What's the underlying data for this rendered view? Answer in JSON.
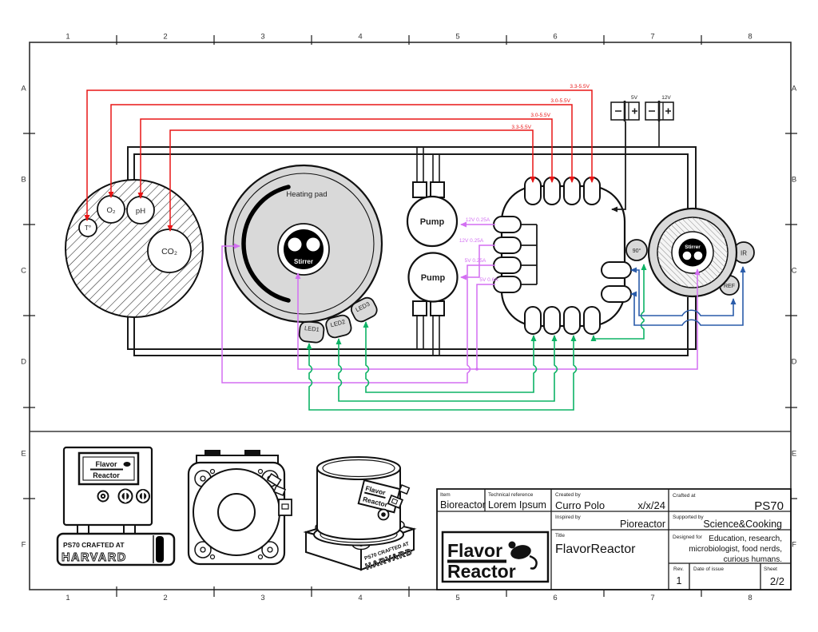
{
  "frame": {
    "cols": [
      "1",
      "2",
      "3",
      "4",
      "5",
      "6",
      "7",
      "8"
    ],
    "rows": [
      "A",
      "B",
      "C",
      "D",
      "E",
      "F"
    ]
  },
  "schematic": {
    "power": {
      "v5": "5V",
      "v12": "12V"
    },
    "red_labels": [
      "3.3-5.5V",
      "3.0-5.5V",
      "3.0-5.5V",
      "3.3-5.5V"
    ],
    "purple_labels": [
      "12V 0.25A",
      "12V 0.25A",
      "5V 0.25A",
      "5V 0.6A"
    ],
    "sensors": {
      "temp": "T°",
      "o2": "O₂",
      "ph": "pH",
      "co2": "CO₂"
    },
    "heating_pad": "Heating pad",
    "stirrer": "Stirrer",
    "pump": "Pump",
    "leds": [
      "LED1",
      "LED2",
      "LED3"
    ],
    "motor": {
      "angle": "90°",
      "ir": "IR",
      "ref": "REF"
    }
  },
  "drawings": {
    "logo_line1": "Flavor",
    "logo_line2": "Reactor",
    "base_line1": "PS70 CRAFTED AT",
    "base_line2": "HARVARD"
  },
  "title_block": {
    "item_label": "Item",
    "item": "Bioreactor",
    "tech_ref_label": "Technical reference",
    "tech_ref": "Lorem Ipsum",
    "created_by_label": "Created by",
    "created_by": "Curro Polo",
    "date": "x/x/24",
    "crafted_at_label": "Crafted at",
    "crafted_at": "PS70",
    "inspired_by_label": "Inspired by",
    "inspired_by": "Pioreactor",
    "supported_by_label": "Supported by",
    "supported_by": "Science&Cooking",
    "title_label": "Title",
    "title": "FlavorReactor",
    "designed_for_label": "Designed for",
    "designed_for": [
      "Education, research,",
      "microbiologist, food nerds,",
      "curious humans."
    ],
    "rev_label": "Rev.",
    "rev": "1",
    "date_of_issue_label": "Date of issue",
    "sheet_label": "Sheet",
    "sheet": "2/2",
    "logo_line1": "Flavor",
    "logo_line2": "Reactor"
  },
  "colors": {
    "wire_red": "#e81616",
    "wire_purple": "#d36ff2",
    "wire_green": "#0db365",
    "wire_blue": "#2a5caa",
    "wire_black": "#1a1a1a",
    "fill_gray": "#d9d9d9"
  }
}
